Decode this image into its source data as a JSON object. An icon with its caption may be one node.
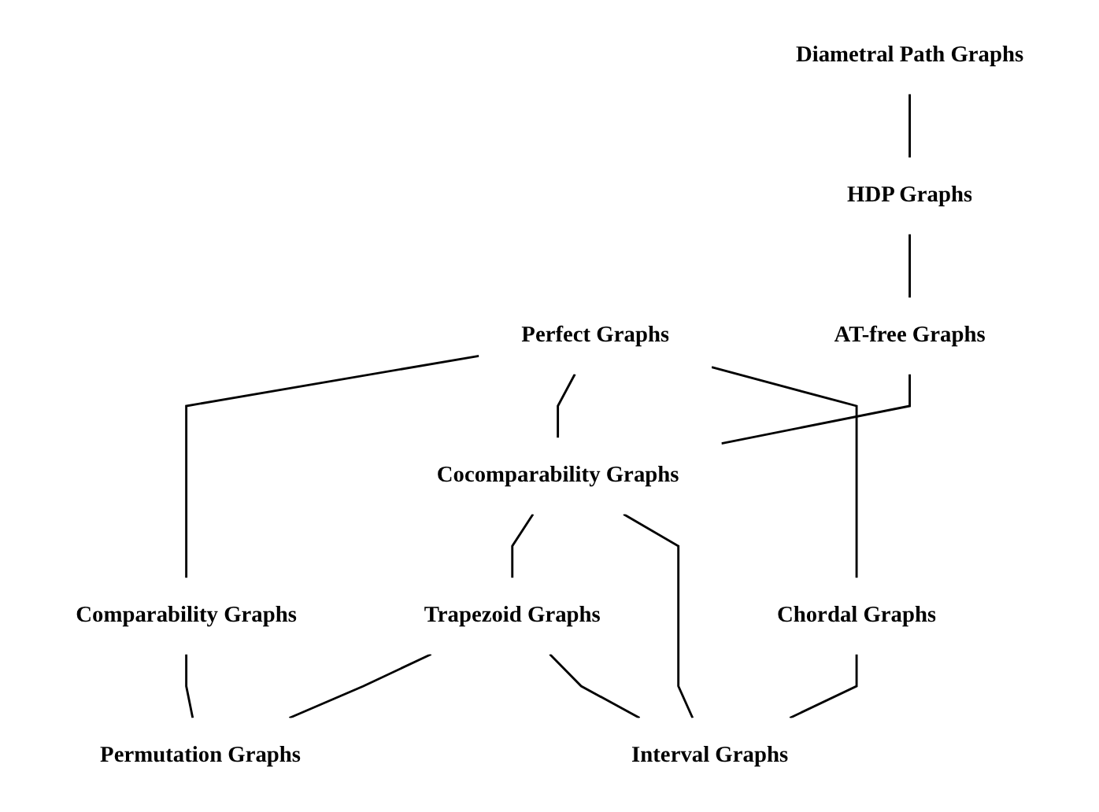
{
  "diagram": {
    "nodes": [
      {
        "text": [
          "Diametral Path Graphs"
        ]
      },
      {
        "text": [
          "Perfect Graphs"
        ]
      },
      {
        "text": [
          "HDP Graphs"
        ]
      },
      {
        "text": [
          "AT-free Graphs"
        ]
      },
      {
        "text": [
          "Chordal Graphs"
        ]
      },
      {
        "text": [
          "Comparability Graphs"
        ]
      },
      {
        "text": [
          "Cocomparability Graphs"
        ]
      },
      {
        "text": [
          "Trapezoid Graphs"
        ]
      },
      {
        "text": [
          "Permutation Graphs"
        ]
      },
      {
        "text": [
          "Interval Graphs"
        ]
      }
    ],
    "edges": [
      {
        "from": 0,
        "to": 2,
        "arrow": "none"
      },
      {
        "from": 2,
        "to": 3,
        "arrow": "none"
      },
      {
        "from": 3,
        "to": 6,
        "arrow": "none"
      },
      {
        "from": 6,
        "to": 7,
        "arrow": "none"
      },
      {
        "from": 7,
        "to": 8,
        "arrow": "none"
      },
      {
        "from": 1,
        "to": 5,
        "arrow": "none"
      },
      {
        "from": 1,
        "to": 6,
        "arrow": "none"
      },
      {
        "from": 1,
        "to": 4,
        "arrow": "none"
      },
      {
        "from": 4,
        "to": 9,
        "arrow": "none"
      },
      {
        "from": 5,
        "to": 8,
        "arrow": "none"
      },
      {
        "from": 6,
        "to": 9,
        "arrow": "none"
      },
      {
        "from": 7,
        "to": 9,
        "arrow": "none"
      }
    ]
  }
}
